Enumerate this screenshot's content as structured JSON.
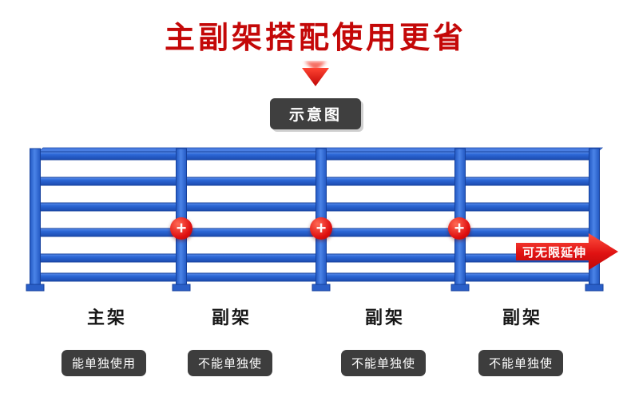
{
  "title": "主副架搭配使用更省",
  "schematic_badge": "示意图",
  "plus_symbol": "+",
  "extend_arrow_label": "可无限延伸",
  "bays": [
    {
      "label": "主架",
      "badge": "能单独使用"
    },
    {
      "label": "副架",
      "badge": "不能单独使"
    },
    {
      "label": "副架",
      "badge": "不能单独使"
    },
    {
      "label": "副架",
      "badge": "不能单独使"
    }
  ],
  "colors": {
    "title_red": "#c40808",
    "rack_blue": "#2f6cdb",
    "rack_blue_dark": "#16419e",
    "rack_blue_light": "#6d9af0",
    "plus_red": "#e01010",
    "arrow_red": "#e01212",
    "badge_dark": "#3d3d3d"
  }
}
